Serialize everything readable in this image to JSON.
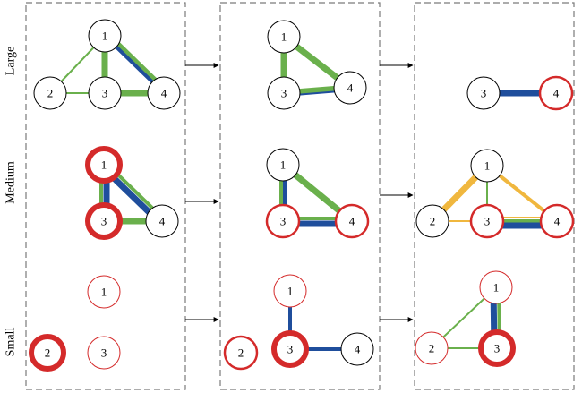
{
  "row_labels": {
    "large": "Large",
    "medium": "Medium",
    "small": "Small"
  },
  "colors": {
    "green": "#6ab04c",
    "blue": "#1f4e9c",
    "orange": "#f0b73e",
    "red": "#d42a2a",
    "black": "#000000",
    "panel_border": "#7a7a7a"
  },
  "graphs": {
    "large": [
      {
        "nodes": [
          {
            "id": "1",
            "label": "1",
            "stroke": "black",
            "weight": "thin"
          },
          {
            "id": "2",
            "label": "2",
            "stroke": "black",
            "weight": "thin"
          },
          {
            "id": "3",
            "label": "3",
            "stroke": "black",
            "weight": "thin"
          },
          {
            "id": "4",
            "label": "4",
            "stroke": "black",
            "weight": "thin"
          }
        ],
        "edges": [
          {
            "from": "1",
            "to": "2",
            "color": "green",
            "weight": "thin"
          },
          {
            "from": "1",
            "to": "3",
            "color": "green",
            "weight": "thick"
          },
          {
            "from": "1",
            "to": "4",
            "color": "blue",
            "weight": "medium"
          },
          {
            "from": "1",
            "to": "4",
            "color": "green",
            "weight": "thick",
            "shift": -3
          },
          {
            "from": "2",
            "to": "3",
            "color": "green",
            "weight": "thin"
          },
          {
            "from": "3",
            "to": "4",
            "color": "green",
            "weight": "thick"
          }
        ]
      },
      {
        "nodes": [
          {
            "id": "1",
            "label": "1",
            "stroke": "black",
            "weight": "thin"
          },
          {
            "id": "3",
            "label": "3",
            "stroke": "black",
            "weight": "thin"
          },
          {
            "id": "4",
            "label": "4",
            "stroke": "black",
            "weight": "thin"
          }
        ],
        "edges": [
          {
            "from": "1",
            "to": "3",
            "color": "green",
            "weight": "thick"
          },
          {
            "from": "1",
            "to": "4",
            "color": "green",
            "weight": "thick"
          },
          {
            "from": "3",
            "to": "4",
            "color": "blue",
            "weight": "thin",
            "shift": 3
          },
          {
            "from": "3",
            "to": "4",
            "color": "green",
            "weight": "thick"
          }
        ]
      },
      {
        "nodes": [
          {
            "id": "3",
            "label": "3",
            "stroke": "black",
            "weight": "thin"
          },
          {
            "id": "4",
            "label": "4",
            "stroke": "red",
            "weight": "medium"
          }
        ],
        "edges": [
          {
            "from": "3",
            "to": "4",
            "color": "blue",
            "weight": "thick"
          }
        ]
      }
    ],
    "medium": [
      {
        "nodes": [
          {
            "id": "1",
            "label": "1",
            "stroke": "red",
            "weight": "thick"
          },
          {
            "id": "3",
            "label": "3",
            "stroke": "red",
            "weight": "thick"
          },
          {
            "id": "4",
            "label": "4",
            "stroke": "black",
            "weight": "thin"
          }
        ],
        "edges": [
          {
            "from": "1",
            "to": "3",
            "color": "blue",
            "weight": "thick",
            "shift": -3
          },
          {
            "from": "1",
            "to": "3",
            "color": "green",
            "weight": "medium",
            "shift": 3
          },
          {
            "from": "1",
            "to": "4",
            "color": "blue",
            "weight": "thick",
            "shift": 3
          },
          {
            "from": "1",
            "to": "4",
            "color": "green",
            "weight": "medium",
            "shift": -3
          },
          {
            "from": "3",
            "to": "4",
            "color": "green",
            "weight": "thick"
          }
        ]
      },
      {
        "nodes": [
          {
            "id": "1",
            "label": "1",
            "stroke": "black",
            "weight": "thin"
          },
          {
            "id": "3",
            "label": "3",
            "stroke": "red",
            "weight": "medium"
          },
          {
            "id": "4",
            "label": "4",
            "stroke": "red",
            "weight": "medium"
          }
        ],
        "edges": [
          {
            "from": "1",
            "to": "3",
            "color": "blue",
            "weight": "medium",
            "shift": -2
          },
          {
            "from": "1",
            "to": "3",
            "color": "green",
            "weight": "medium",
            "shift": 2
          },
          {
            "from": "1",
            "to": "4",
            "color": "green",
            "weight": "thick"
          },
          {
            "from": "3",
            "to": "4",
            "color": "blue",
            "weight": "thick",
            "shift": 3
          },
          {
            "from": "3",
            "to": "4",
            "color": "green",
            "weight": "medium",
            "shift": -3
          }
        ]
      },
      {
        "nodes": [
          {
            "id": "1",
            "label": "1",
            "stroke": "black",
            "weight": "thin"
          },
          {
            "id": "2",
            "label": "2",
            "stroke": "black",
            "weight": "thin"
          },
          {
            "id": "3",
            "label": "3",
            "stroke": "red",
            "weight": "medium"
          },
          {
            "id": "4",
            "label": "4",
            "stroke": "red",
            "weight": "medium"
          }
        ],
        "edges": [
          {
            "from": "1",
            "to": "2",
            "color": "orange",
            "weight": "thick"
          },
          {
            "from": "1",
            "to": "3",
            "color": "green",
            "weight": "thin"
          },
          {
            "from": "1",
            "to": "4",
            "color": "orange",
            "weight": "medium"
          },
          {
            "from": "2",
            "to": "3",
            "color": "orange",
            "weight": "thin"
          },
          {
            "from": "3",
            "to": "4",
            "color": "blue",
            "weight": "thick",
            "shift": 5
          },
          {
            "from": "3",
            "to": "4",
            "color": "green",
            "weight": "medium"
          },
          {
            "from": "3",
            "to": "4",
            "color": "orange",
            "weight": "thin",
            "shift": -4
          }
        ]
      }
    ],
    "small": [
      {
        "nodes": [
          {
            "id": "1",
            "label": "1",
            "stroke": "red",
            "weight": "thin"
          },
          {
            "id": "2",
            "label": "2",
            "stroke": "red",
            "weight": "thick"
          },
          {
            "id": "3",
            "label": "3",
            "stroke": "red",
            "weight": "thin"
          }
        ],
        "edges": []
      },
      {
        "nodes": [
          {
            "id": "1",
            "label": "1",
            "stroke": "red",
            "weight": "thin"
          },
          {
            "id": "2",
            "label": "2",
            "stroke": "red",
            "weight": "medium"
          },
          {
            "id": "3",
            "label": "3",
            "stroke": "red",
            "weight": "thick"
          },
          {
            "id": "4",
            "label": "4",
            "stroke": "black",
            "weight": "thin"
          }
        ],
        "edges": [
          {
            "from": "1",
            "to": "3",
            "color": "blue",
            "weight": "medium"
          },
          {
            "from": "3",
            "to": "4",
            "color": "blue",
            "weight": "medium"
          }
        ]
      },
      {
        "nodes": [
          {
            "id": "1",
            "label": "1",
            "stroke": "red",
            "weight": "thin"
          },
          {
            "id": "2",
            "label": "2",
            "stroke": "red",
            "weight": "thin"
          },
          {
            "id": "3",
            "label": "3",
            "stroke": "red",
            "weight": "thick"
          }
        ],
        "edges": [
          {
            "from": "1",
            "to": "2",
            "color": "green",
            "weight": "thin"
          },
          {
            "from": "1",
            "to": "3",
            "color": "blue",
            "weight": "thick",
            "shift": 3
          },
          {
            "from": "1",
            "to": "3",
            "color": "green",
            "weight": "medium",
            "shift": -3
          },
          {
            "from": "2",
            "to": "3",
            "color": "green",
            "weight": "thin"
          }
        ]
      }
    ]
  }
}
